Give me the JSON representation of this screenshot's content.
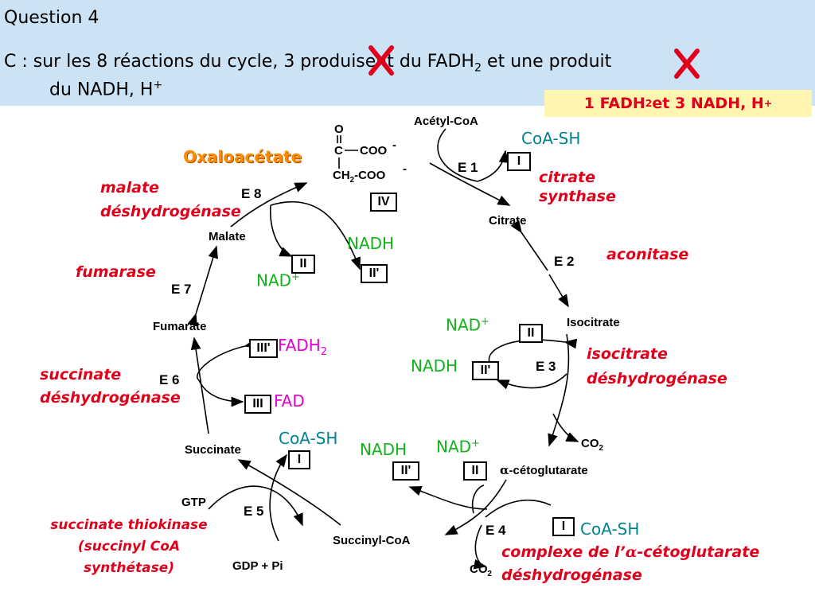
{
  "question": {
    "title": "Question 4",
    "line1_a": "C : sur les 8 réactions du cycle, 3 produisent du FADH",
    "line1_sub": "2",
    "line1_b": " et une produit",
    "line2_a": "du NADH, H",
    "line2_sup": "+",
    "answer_a": "1 FADH",
    "answer_sub": "2",
    "answer_b": " et 3 NADH, H",
    "answer_sup": "+"
  },
  "molecules": {
    "acetyl_coa": "Acétyl-CoA",
    "citrate": "Citrate",
    "isocitrate": "Isocitrate",
    "alpha_ketoglutarate_prefix": "α",
    "alpha_ketoglutarate": "-cétoglutarate",
    "succinyl_coa": "Succinyl-CoA",
    "succinate": "Succinate",
    "fumarate": "Fumarate",
    "malate": "Malate",
    "oxaloacetate": "Oxaloacétate",
    "struct_o": "O",
    "struct_c": "C",
    "struct_coo": "COO",
    "struct_minus": "-",
    "struct_ch": "CH",
    "struct_2": "2",
    "struct_coo2": "-COO",
    "gtp": "GTP",
    "gdp": "GDP + Pi",
    "co2": "CO",
    "co2_sub": "2"
  },
  "enzymes": {
    "e1": "E 1",
    "e2": "E 2",
    "e3": "E 3",
    "e4": "E 4",
    "e5": "E 5",
    "e6": "E 6",
    "e7": "E 7",
    "e8": "E 8",
    "citrate_synthase_1": "citrate",
    "citrate_synthase_2": "synthase",
    "aconitase": "aconitase",
    "isocitrate_dh_1": "isocitrate",
    "isocitrate_dh_2": "déshydrogénase",
    "akg_dh_1": "complexe de l’",
    "akg_dh_alpha": "α",
    "akg_dh_1b": "-cétoglutarate",
    "akg_dh_2": "déshydrogénase",
    "thiokinase_1": "succinate thiokinase",
    "thiokinase_2": "(succinyl CoA",
    "thiokinase_3": "synthétase)",
    "succinate_dh_1": "succinate",
    "succinate_dh_2": "déshydrogénase",
    "fumarase": "fumarase",
    "malate_dh_1": "malate",
    "malate_dh_2": "déshydrogénase"
  },
  "cofactors": {
    "coa_sh": "CoA-SH",
    "nad": "NAD",
    "nad_sup": "+",
    "nadh": "NADH",
    "fadh": "FADH",
    "fadh_sub": "2",
    "fad": "FAD"
  },
  "boxes": {
    "I": "I",
    "II": "II",
    "II_prime": "II'",
    "III": "III",
    "III_prime": "III'",
    "IV": "IV"
  },
  "colors": {
    "header_bg": "#cce3f6",
    "enzyme_red": "#e0001b",
    "nad_green": "#14b21c",
    "coa_teal": "#00838f",
    "fad_magenta": "#e000d0",
    "oxaloacetate_orange": "#ff8c00",
    "cross_red": "#e0001b",
    "answer_bg": "#fdf5b0"
  },
  "icons": {
    "cross_1": "red-cross-mark",
    "cross_2": "red-cross-mark"
  }
}
